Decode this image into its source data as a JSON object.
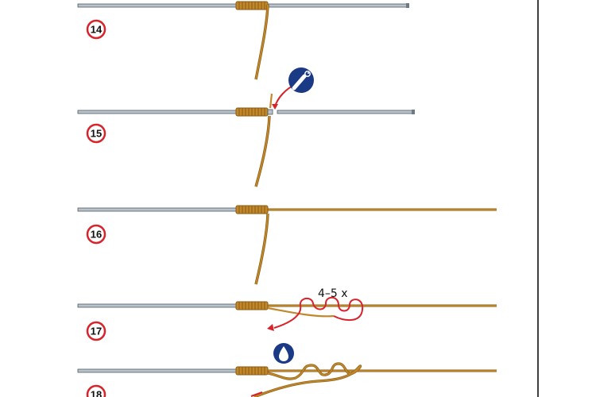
{
  "colors": {
    "line": "#c0882a",
    "line_dark": "#8a5a12",
    "rod": "#b8c3cb",
    "rod_edge": "#4f5a62",
    "red": "#d8232a",
    "badge": "#1b3a86",
    "border": "#000000"
  },
  "steps": [
    {
      "number": "14"
    },
    {
      "number": "15",
      "icon": "scissors-icon"
    },
    {
      "number": "16"
    },
    {
      "number": "17",
      "annotation": "4–5 x"
    },
    {
      "number": "18",
      "icon": "water-drop-icon"
    }
  ]
}
